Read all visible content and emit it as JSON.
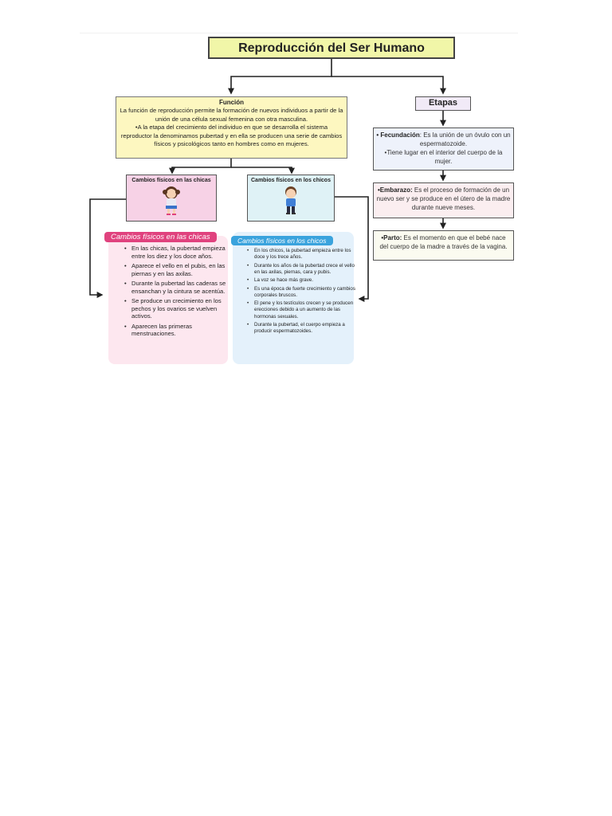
{
  "title": "Reproducción del Ser Humano",
  "funcion": {
    "heading": "Función",
    "text1": "La función de reproducción permite la formación de nuevos individuos a partir de la unión de una célula sexual femenina con otra masculina.",
    "text2": "•A la etapa del crecimiento del individuo en que se desarrolla el sistema reproductor la denominamos pubertad y en ella se producen una serie de cambios físicos y psicológicos tanto en hombres como en mujeres."
  },
  "etapas": {
    "label": "Etapas",
    "fecundacion": {
      "term": "• Fecundación",
      "text": ": Es la unión de un óvulo con un espermatozoide.",
      "extra": "•Tiene lugar en el interior del cuerpo de la mujer."
    },
    "embarazo": {
      "term": "•Embarazo:",
      "text": " Es el proceso de formación de un nuevo ser y se produce en el útero de la madre durante nueve meses."
    },
    "parto": {
      "term": "•Parto:",
      "text": " Es el momento en que el bebé nace del cuerpo de la madre a través de la vagina."
    }
  },
  "chicas_box_label": "Cambios físicos en las chicas",
  "chicos_box_label": "Cambios físicos en los chicos",
  "chicas_card": {
    "title": "Cambios físicos en las chicas",
    "items": [
      "En las chicas, la pubertad empieza entre los diez y los doce años.",
      "Aparece el vello en el pubis, en las piernas y en las axilas.",
      "Durante la pubertad las caderas se ensanchan y la cintura se acentúa.",
      "Se produce un crecimiento en los pechos y los ovarios se vuelven activos.",
      "Aparecen las primeras menstruaciones."
    ]
  },
  "chicos_card": {
    "title": "Cambios físicos en los chicos",
    "items": [
      "En los chicos, la pubertad empieza entre los doce y los trece años.",
      "Durante los años de la pubertad crece el vello en las axilas, piernas, cara y pubis.",
      "La voz se hace más grave.",
      "Es una época de fuerte crecimiento y cambios corporales bruscos.",
      "El pene y los testículos crecen y se producen erecciones debido a un aumento de las hormonas sexuales.",
      "Durante la pubertad, el cuerpo empieza a producir espermatozoides."
    ]
  },
  "colors": {
    "title_bg": "#f1f6a8",
    "funcion_bg": "#fdf7c0",
    "pink_box": "#f7d2e6",
    "blue_box": "#dff2f6",
    "pink_card": "#fde7ef",
    "blue_card": "#e4f1fb",
    "pink_pill": "#e0427e",
    "blue_pill": "#3aa3dd"
  }
}
